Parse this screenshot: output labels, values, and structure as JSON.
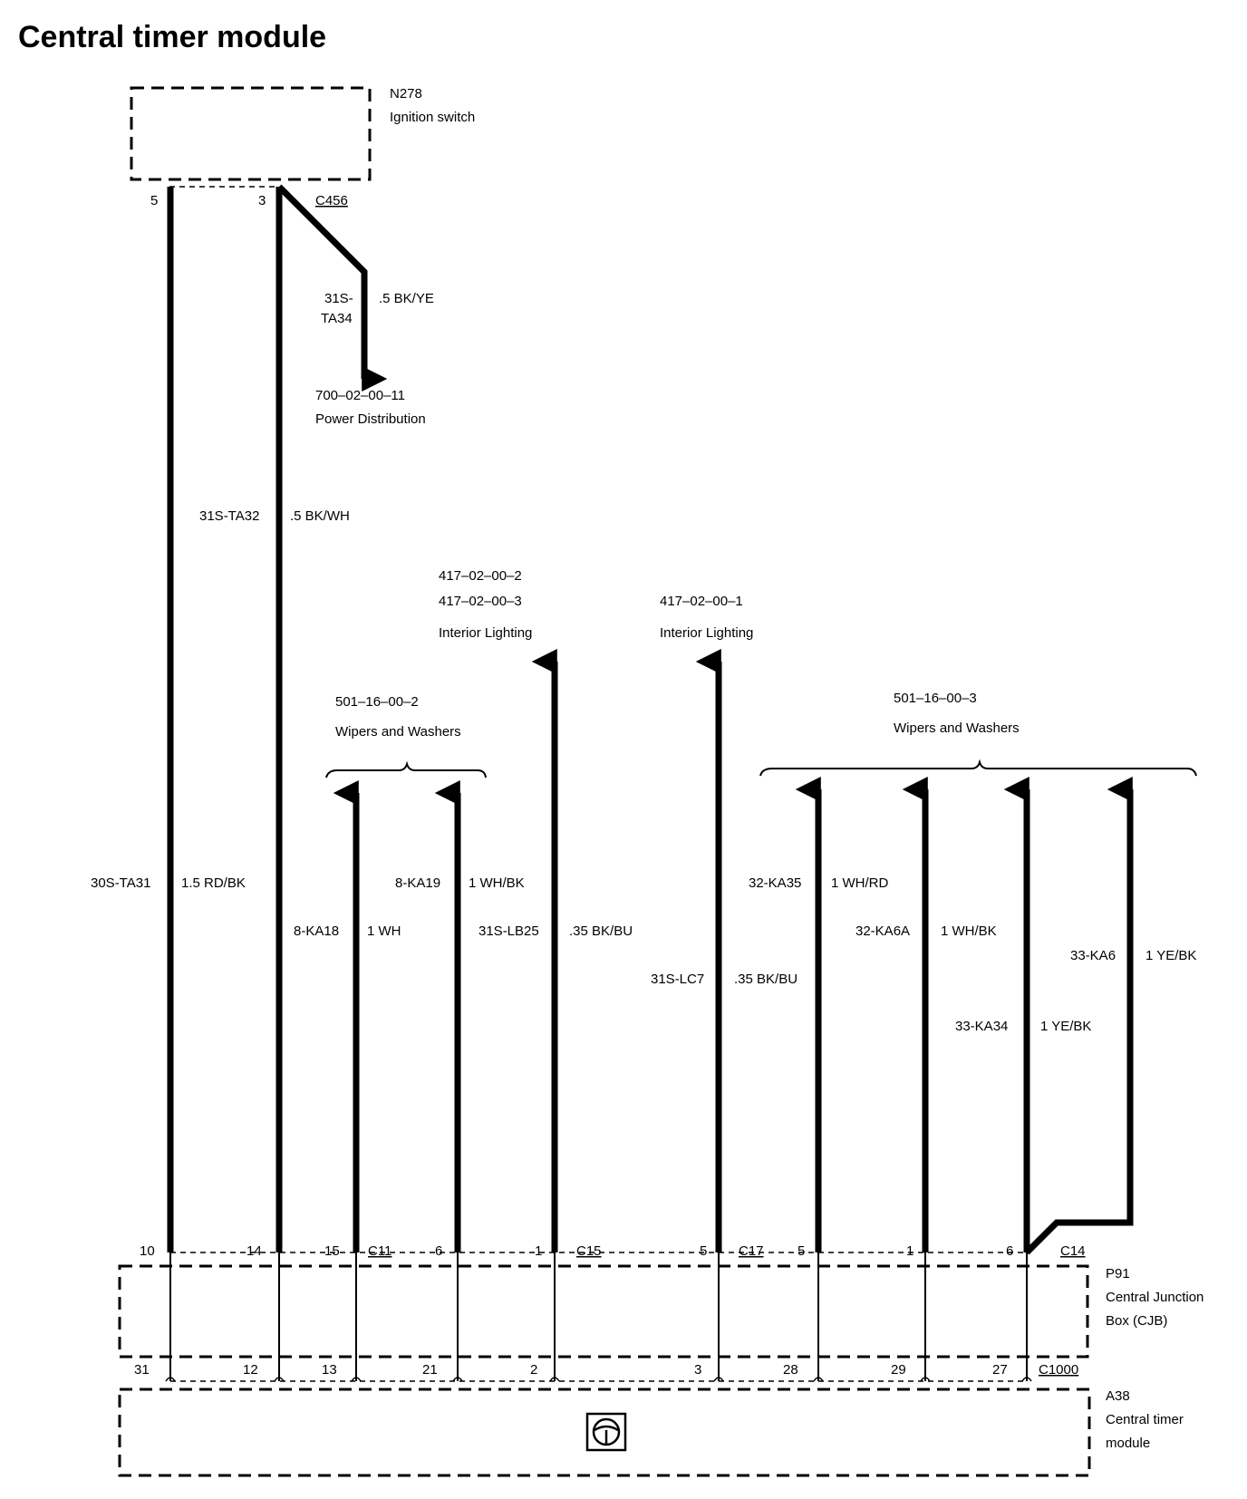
{
  "title": "Central timer module",
  "ignition_switch": {
    "id": "N278",
    "name": "Ignition switch",
    "pin_a": "5",
    "pin_b": "3",
    "connector": "C456"
  },
  "power_distribution": {
    "ref": "700–02–00–11",
    "name": "Power Distribution"
  },
  "wire_ta34": {
    "circuit_line1": "31S-",
    "circuit_line2": "TA34",
    "color": ".5 BK/YE"
  },
  "wire_ta31": {
    "circuit": "30S-TA31",
    "color": "1.5 RD/BK"
  },
  "wire_ta32": {
    "circuit": "31S-TA32",
    "color": ".5 BK/WH"
  },
  "interior_lighting_a": {
    "ref1": "417–02–00–2",
    "ref2": "417–02–00–3",
    "name": "Interior Lighting"
  },
  "interior_lighting_b": {
    "ref1": "417–02–00–1",
    "name": "Interior Lighting"
  },
  "wipers_a": {
    "ref": "501–16–00–2",
    "name": "Wipers and Washers"
  },
  "wipers_b": {
    "ref": "501–16–00–3",
    "name": "Wipers and Washers"
  },
  "wires": {
    "ka18": {
      "circuit": "8-KA18",
      "color": "1 WH"
    },
    "ka19": {
      "circuit": "8-KA19",
      "color": "1 WH/BK"
    },
    "lb25": {
      "circuit": "31S-LB25",
      "color": ".35 BK/BU"
    },
    "lc7": {
      "circuit": "31S-LC7",
      "color": ".35 BK/BU"
    },
    "ka35": {
      "circuit": "32-KA35",
      "color": "1 WH/RD"
    },
    "ka6a": {
      "circuit": "32-KA6A",
      "color": "1 WH/BK"
    },
    "ka6": {
      "circuit": "33-KA6",
      "color": "1 YE/BK"
    },
    "ka34": {
      "circuit": "33-KA34",
      "color": "1 YE/BK"
    }
  },
  "cjb_top_pins": {
    "p1": "10",
    "p2": "14",
    "p3": "15",
    "c_a": "C11",
    "p4": "6",
    "p5": "1",
    "c_b": "C15",
    "p6": "5",
    "c_c": "C17",
    "p7": "5",
    "p8": "1",
    "p9": "6",
    "c_d": "C14"
  },
  "cjb": {
    "id": "P91",
    "name_line1": "Central Junction",
    "name_line2": "Box (CJB)"
  },
  "ctm_pins": {
    "p1": "31",
    "p2": "12",
    "p3": "13",
    "p4": "21",
    "p5": "2",
    "p6": "3",
    "p7": "28",
    "p8": "29",
    "p9": "27",
    "connector": "C1000"
  },
  "ctm": {
    "id": "A38",
    "name_line1": "Central timer",
    "name_line2": "module",
    "icon": "steering-wheel-icon"
  }
}
